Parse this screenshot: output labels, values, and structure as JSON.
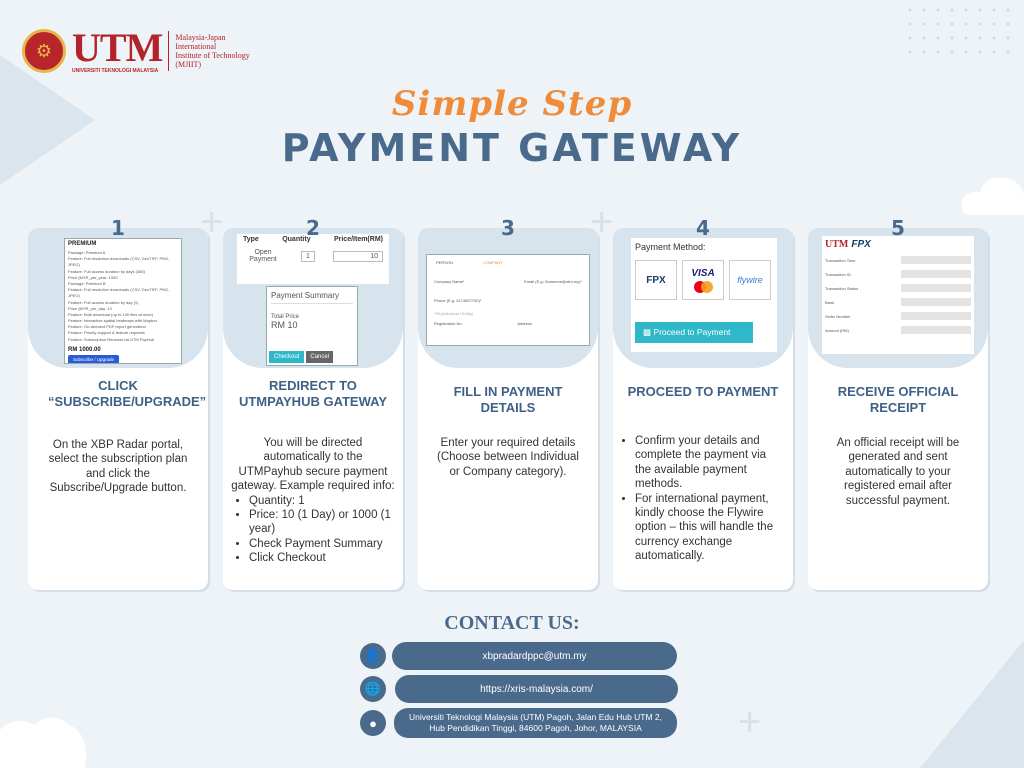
{
  "logo": {
    "utm": "UTM",
    "utm_sub": "UNIVERSITI TEKNOLOGI MALAYSIA",
    "mjiit_lines": [
      "Malaysia-Japan",
      "International",
      "Institute of Technology",
      "(MJIIT)"
    ]
  },
  "title": {
    "script": "Simple Step",
    "main": "PAYMENT GATEWAY"
  },
  "steps": [
    {
      "num": "1",
      "title": "CLICK “SUBSCRIBE/UPGRADE”",
      "body": "On the XBP Radar portal, select the subscription plan and click the Subscribe/Upgrade button.",
      "shot": {
        "heading": "PREMIUM",
        "lines": [
          "Package: Premium A",
          "Feature: Full resolution downloads (CSV, GeoTIFF, PNG, JPEG)",
          "Feature: Full access duration by days (365)",
          "Price (MYR_per_year: 1000",
          "Package: Premium B",
          "Feature: Full resolution downloads (CSV, GeoTIFF, PNG, JPEG)",
          "Feature: Full access duration by day (1)",
          "Price (MYR_per_day: 10",
          "Feature: Bulk download (up to 100 files at once)",
          "Feature: Interactive spatial heatmaps with Mapbox",
          "Feature: On-demand PDF report generation",
          "Feature: Priority support & feature requests",
          "Feature: Subscription Renewal via UTM PayHub"
        ],
        "price": "RM 1000.00",
        "button": "Subscribe / Upgrade"
      }
    },
    {
      "num": "2",
      "title": "REDIRECT TO UTMPAYHUB GATEWAY",
      "body_intro": "You will be directed automatically to the UTMPayhub secure payment gateway. Example required info:",
      "bullets": [
        "Quantity: 1",
        "Price: 10 (1 Day) or 1000 (1 year)",
        "Check Payment Summary",
        "Click Checkout"
      ],
      "shot": {
        "col_type": "Type",
        "col_qty": "Quantity",
        "col_price": "Price/Item(RM)",
        "row_type": "Open Payment",
        "row_qty": "1",
        "row_price": "10",
        "summary_title": "Payment Summary",
        "total_label": "Total Price",
        "total_value": "RM 10",
        "checkout": "Checkout",
        "cancel": "Cancel"
      }
    },
    {
      "num": "3",
      "title": "FILL IN PAYMENT DETAILS",
      "body": "Enter your required details (Choose between Individual or Company category).",
      "shot": {
        "opt_person": "PERSON",
        "opt_company": "COMPANY",
        "company_name": "Company Name*",
        "email": "Email (E.g: Someone@utm.my)*",
        "phone": "Phone (E.g. 0174657700)*",
        "tin": "TIN(Individual / Entity)",
        "reg": "Registration No.",
        "address": "Address"
      }
    },
    {
      "num": "4",
      "title": "PROCEED TO PAYMENT",
      "bullets": [
        "Confirm your details and complete the payment via the available payment methods.",
        "For international payment, kindly choose the Flywire option – this will handle the currency exchange automatically."
      ],
      "shot": {
        "heading": "Payment Method:",
        "fpx": "FPX",
        "visa": "VISA",
        "flywire": "flywire",
        "button": "Proceed to Payment"
      }
    },
    {
      "num": "5",
      "title": "RECEIVE OFFICIAL RECEIPT",
      "body": "An official receipt will be generated and sent automatically to your registered email after successful payment.",
      "shot": {
        "logo_utm": "UTM",
        "logo_fpx": "FPX",
        "rows": [
          "Transaction Time",
          "Transaction ID",
          "Transaction Status",
          "Bank",
          "Seller Number",
          "Amount (RM)"
        ]
      }
    }
  ],
  "contact": {
    "title": "CONTACT US:",
    "email": "xbpradardppc@utm.my",
    "website": "https://xris-malaysia.com/",
    "address": "Universiti Teknologi Malaysia (UTM) Pagoh, Jalan Edu Hub UTM 2, Hub Pendidikan Tinggi, 84600 Pagoh, Johor, MALAYSIA"
  },
  "colors": {
    "accent": "#4a6a8c",
    "orange": "#f08b3a",
    "utm_red": "#b3242a",
    "card_head": "#d7e3ed",
    "teal_button": "#2fb8c9"
  }
}
